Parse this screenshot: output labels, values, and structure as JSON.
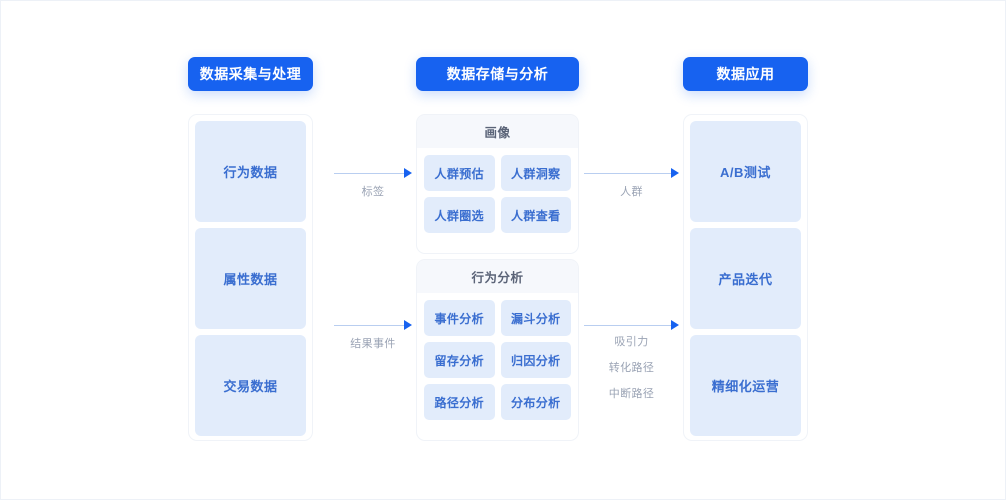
{
  "diagram": {
    "title_pills": [
      {
        "label": "数据采集与处理"
      },
      {
        "label": "数据存储与分析"
      },
      {
        "label": "数据应用"
      }
    ],
    "left_column": {
      "items": [
        {
          "label": "行为数据"
        },
        {
          "label": "属性数据"
        },
        {
          "label": "交易数据"
        }
      ]
    },
    "middle_column": {
      "panels": [
        {
          "title": "画像",
          "items": [
            {
              "label": "人群预估"
            },
            {
              "label": "人群洞察"
            },
            {
              "label": "人群圈选"
            },
            {
              "label": "人群查看"
            }
          ]
        },
        {
          "title": "行为分析",
          "items": [
            {
              "label": "事件分析"
            },
            {
              "label": "漏斗分析"
            },
            {
              "label": "留存分析"
            },
            {
              "label": "归因分析"
            },
            {
              "label": "路径分析"
            },
            {
              "label": "分布分析"
            }
          ]
        }
      ]
    },
    "right_column": {
      "items": [
        {
          "label": "A/B测试"
        },
        {
          "label": "产品迭代"
        },
        {
          "label": "精细化运营"
        }
      ]
    },
    "connectors": [
      {
        "label": "标签"
      },
      {
        "label": "结果事件"
      },
      {
        "label": "人群"
      },
      {
        "labels": [
          "吸引力",
          "转化路径",
          "中断路径"
        ]
      }
    ],
    "colors": {
      "accent": "#1762f0",
      "chip_bg": "#e2ecfb",
      "chip_text": "#3a6ed0",
      "panel_header_bg": "#f6f8fc",
      "panel_header_text": "#5b6478",
      "connector_line": "#b9cef0",
      "connector_label": "#9aa3b4",
      "page_bg": "#ffffff"
    }
  }
}
